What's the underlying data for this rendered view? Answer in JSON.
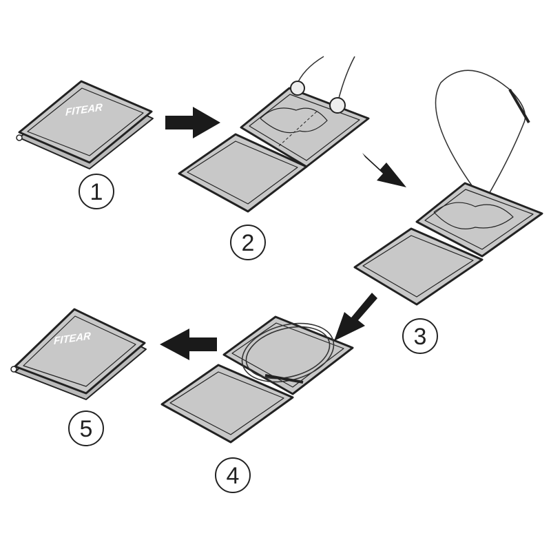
{
  "brand_logo": "FITEAR",
  "steps": [
    {
      "number": "1",
      "state": "closed case"
    },
    {
      "number": "2",
      "state": "open case with earphones"
    },
    {
      "number": "3",
      "state": "open case, earphones placed"
    },
    {
      "number": "4",
      "state": "open case, cable coiled"
    },
    {
      "number": "5",
      "state": "closed case"
    }
  ],
  "colors": {
    "case_fill": "#c8c8c8",
    "outline": "#222222",
    "arrow": "#1a1a1a"
  }
}
